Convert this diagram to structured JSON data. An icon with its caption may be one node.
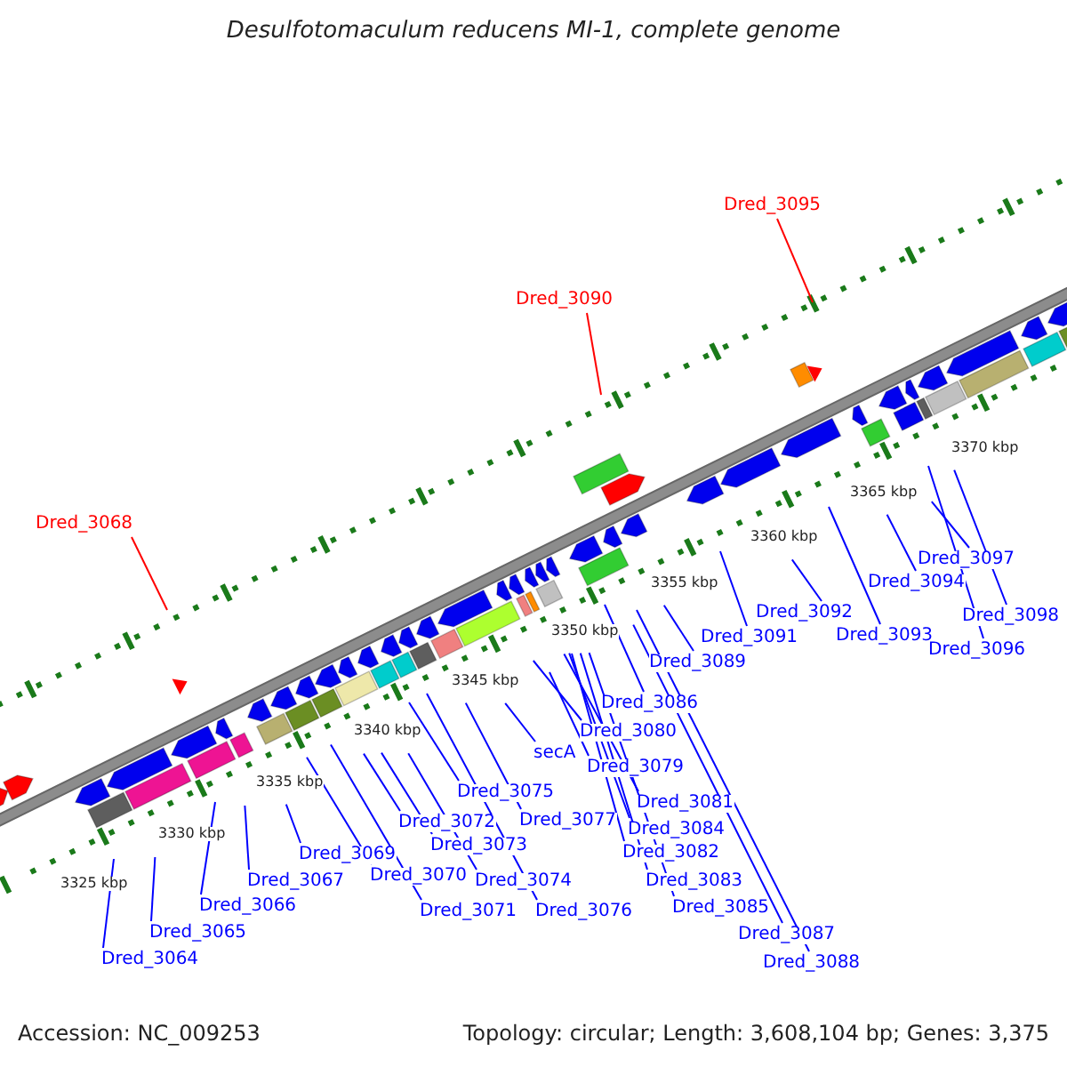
{
  "diagram": {
    "title": "Desulfotomaculum reducens MI-1, complete genome",
    "nodes": [
      {
        "text": [
          "Dred_3095"
        ]
      },
      {
        "text": [
          "Dred_3090"
        ]
      },
      {
        "text": [
          "Dred_3068"
        ]
      },
      {
        "text": [
          "Dred_3064"
        ]
      },
      {
        "text": [
          "Dred_3065"
        ]
      },
      {
        "text": [
          "Dred_3066"
        ]
      },
      {
        "text": [
          "Dred_3067"
        ]
      },
      {
        "text": [
          "Dred_3069"
        ]
      },
      {
        "text": [
          "Dred_3070"
        ]
      },
      {
        "text": [
          "Dred_3071"
        ]
      },
      {
        "text": [
          "Dred_3072"
        ]
      },
      {
        "text": [
          "Dred_3073"
        ]
      },
      {
        "text": [
          "Dred_3074"
        ]
      },
      {
        "text": [
          "Dred_3075"
        ]
      },
      {
        "text": [
          "Dred_3076"
        ]
      },
      {
        "text": [
          "Dred_3077"
        ]
      },
      {
        "text": [
          "secA"
        ]
      },
      {
        "text": [
          "Dred_3079"
        ]
      },
      {
        "text": [
          "Dred_3080"
        ]
      },
      {
        "text": [
          "Dred_3081"
        ]
      },
      {
        "text": [
          "Dred_3082"
        ]
      },
      {
        "text": [
          "Dred_3083"
        ]
      },
      {
        "text": [
          "Dred_3084"
        ]
      },
      {
        "text": [
          "Dred_3085"
        ]
      },
      {
        "text": [
          "Dred_3086"
        ]
      },
      {
        "text": [
          "Dred_3087"
        ]
      },
      {
        "text": [
          "Dred_3088"
        ]
      },
      {
        "text": [
          "Dred_3089"
        ]
      },
      {
        "text": [
          "Dred_3091"
        ]
      },
      {
        "text": [
          "Dred_3092"
        ]
      },
      {
        "text": [
          "Dred_3093"
        ]
      },
      {
        "text": [
          "Dred_3094"
        ]
      },
      {
        "text": [
          "Dred_3096"
        ]
      },
      {
        "text": [
          "Dred_3097"
        ]
      },
      {
        "text": [
          "Dred_3098"
        ]
      }
    ],
    "edges": [
      {
        "from": 0,
        "to": null,
        "arrow": "none",
        "color": "#ff0000"
      },
      {
        "from": 1,
        "to": null,
        "arrow": "none",
        "color": "#ff0000"
      },
      {
        "from": 2,
        "to": null,
        "arrow": "none",
        "color": "#ff0000"
      },
      {
        "from": 3,
        "to": null,
        "arrow": "none"
      },
      {
        "from": 4,
        "to": null,
        "arrow": "none"
      },
      {
        "from": 5,
        "to": null,
        "arrow": "none"
      },
      {
        "from": 6,
        "to": null,
        "arrow": "none"
      },
      {
        "from": 7,
        "to": null,
        "arrow": "none"
      },
      {
        "from": 8,
        "to": null,
        "arrow": "none"
      },
      {
        "from": 9,
        "to": null,
        "arrow": "none"
      },
      {
        "from": 10,
        "to": null,
        "arrow": "none"
      },
      {
        "from": 11,
        "to": null,
        "arrow": "none"
      },
      {
        "from": 12,
        "to": null,
        "arrow": "none"
      },
      {
        "from": 13,
        "to": null,
        "arrow": "none"
      },
      {
        "from": 14,
        "to": null,
        "arrow": "none"
      },
      {
        "from": 15,
        "to": null,
        "arrow": "none"
      },
      {
        "from": 16,
        "to": null,
        "arrow": "none"
      },
      {
        "from": 17,
        "to": null,
        "arrow": "none"
      },
      {
        "from": 18,
        "to": null,
        "arrow": "none"
      },
      {
        "from": 19,
        "to": null,
        "arrow": "none"
      },
      {
        "from": 20,
        "to": null,
        "arrow": "none"
      },
      {
        "from": 21,
        "to": null,
        "arrow": "none"
      },
      {
        "from": 22,
        "to": null,
        "arrow": "none"
      },
      {
        "from": 23,
        "to": null,
        "arrow": "none"
      },
      {
        "from": 24,
        "to": null,
        "arrow": "none"
      },
      {
        "from": 25,
        "to": null,
        "arrow": "none"
      },
      {
        "from": 26,
        "to": null,
        "arrow": "none"
      },
      {
        "from": 27,
        "to": null,
        "arrow": "none"
      },
      {
        "from": 28,
        "to": null,
        "arrow": "none"
      },
      {
        "from": 29,
        "to": null,
        "arrow": "none"
      },
      {
        "from": 30,
        "to": null,
        "arrow": "none"
      },
      {
        "from": 31,
        "to": null,
        "arrow": "none"
      },
      {
        "from": 32,
        "to": null,
        "arrow": "none"
      },
      {
        "from": 33,
        "to": null,
        "arrow": "none"
      },
      {
        "from": 34,
        "to": null,
        "arrow": "none"
      }
    ],
    "labels": [
      "3370 kbp",
      "3365 kbp",
      "3360 kbp",
      "3355 kbp",
      "3350 kbp",
      "3345 kbp",
      "3340 kbp",
      "3335 kbp",
      "3330 kbp",
      "3325 kbp",
      "Accession: NC_009253",
      "Topology: circular; Length: 3,608,104 bp; Genes: 3,375"
    ]
  }
}
